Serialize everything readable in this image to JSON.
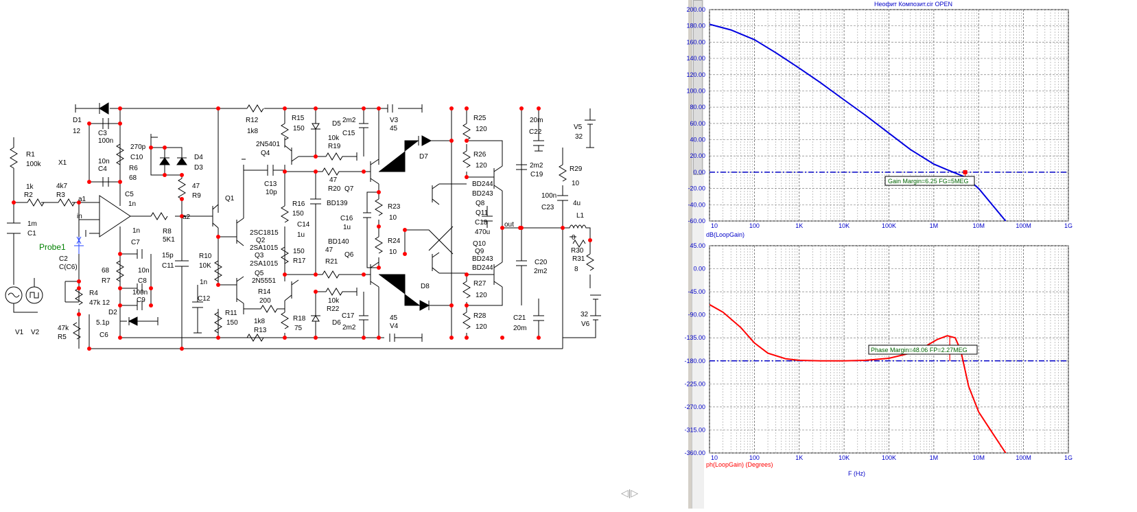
{
  "plot": {
    "title": "Неофит Композит.cir OPEN",
    "x_axis_label": "F (Hz)",
    "gain_panel_label": "dB(LoopGain)",
    "phase_panel_label": "ph(LoopGain) (Degrees)",
    "gain_margin_label": "Gain Margin=6.25 FG=5MEG",
    "phase_margin_label": "Phase Margin=48.06 FP=2.27MEG",
    "gain_color": "#0000e0",
    "phase_color": "#ff0000",
    "axis_text_color": "#0000c8"
  },
  "chart_data": [
    {
      "type": "line",
      "title": "Неофит Композит.cir OPEN",
      "xlabel": "",
      "ylabel": "dB(LoopGain)",
      "xscale": "log",
      "xlim": [
        10,
        1000000000
      ],
      "ylim": [
        -60,
        200
      ],
      "x_ticks": [
        "10",
        "100",
        "1K",
        "10K",
        "100K",
        "1M",
        "10M",
        "100M",
        "1G"
      ],
      "y_ticks": [
        "200.00",
        "180.00",
        "160.00",
        "140.00",
        "120.00",
        "100.00",
        "80.00",
        "60.00",
        "40.00",
        "20.00",
        "0.00",
        "-20.00",
        "-40.00",
        "-60.00"
      ],
      "grid": true,
      "reference_line": 0,
      "series": [
        {
          "x": [
            10,
            30,
            100,
            300,
            1000,
            3000,
            10000,
            30000,
            100000,
            300000,
            1000000,
            2000000,
            5000000,
            10000000,
            20000000,
            40000000
          ],
          "y": [
            182,
            175,
            163,
            147,
            128,
            110,
            89,
            70,
            48,
            28,
            10,
            3,
            -6,
            -20,
            -40,
            -60
          ]
        }
      ],
      "annotations": [
        "Gain Margin=6.25 FG=5MEG"
      ]
    },
    {
      "type": "line",
      "xlabel": "F (Hz)",
      "ylabel": "ph(LoopGain) (Degrees)",
      "xscale": "log",
      "xlim": [
        10,
        1000000000
      ],
      "ylim": [
        -360,
        45
      ],
      "x_ticks": [
        "10",
        "100",
        "1K",
        "10K",
        "100K",
        "1M",
        "10M",
        "100M",
        "1G"
      ],
      "y_ticks": [
        "45.00",
        "0.00",
        "-45.00",
        "-90.00",
        "-135.00",
        "-180.00",
        "-225.00",
        "-270.00",
        "-315.00",
        "-360.00"
      ],
      "grid": true,
      "reference_line": -180,
      "series": [
        {
          "x": [
            10,
            20,
            50,
            100,
            200,
            500,
            1000,
            3000,
            10000,
            30000,
            100000,
            300000,
            700000,
            1200000,
            2000000,
            3000000,
            4000000,
            6000000,
            10000000,
            20000000,
            40000000
          ],
          "y": [
            -70,
            -85,
            -115,
            -145,
            -165,
            -176,
            -179,
            -180,
            -180,
            -179,
            -175,
            -165,
            -150,
            -138,
            -131,
            -135,
            -160,
            -230,
            -280,
            -320,
            -360
          ]
        }
      ],
      "annotations": [
        "Phase Margin=48.06 FP=2.27MEG"
      ]
    }
  ],
  "schematic": {
    "wire_color": "#000000",
    "node_color": "#ff0000",
    "probe_color": "#008000",
    "labels": [
      {
        "id": "r1",
        "text": "R1"
      },
      {
        "id": "r1v",
        "text": "100k"
      },
      {
        "id": "x1",
        "text": "X1"
      },
      {
        "id": "r2v",
        "text": "1k"
      },
      {
        "id": "r2",
        "text": "R2"
      },
      {
        "id": "r3v",
        "text": "4k7"
      },
      {
        "id": "r3",
        "text": "R3"
      },
      {
        "id": "c1v",
        "text": "1m"
      },
      {
        "id": "c1",
        "text": "C1"
      },
      {
        "id": "probe1",
        "text": "Probe1"
      },
      {
        "id": "c2",
        "text": "C2"
      },
      {
        "id": "c2v",
        "text": "C(C6)"
      },
      {
        "id": "r4",
        "text": "R4"
      },
      {
        "id": "r4v",
        "text": "47k 12"
      },
      {
        "id": "r5v",
        "text": "47k"
      },
      {
        "id": "r5",
        "text": "R5"
      },
      {
        "id": "v1",
        "text": "V1"
      },
      {
        "id": "v2",
        "text": "V2"
      },
      {
        "id": "a1",
        "text": "a1"
      },
      {
        "id": "in",
        "text": "in"
      },
      {
        "id": "d1",
        "text": "D1"
      },
      {
        "id": "d1v",
        "text": "12"
      },
      {
        "id": "c3",
        "text": "C3"
      },
      {
        "id": "c3v",
        "text": "100n"
      },
      {
        "id": "c4v",
        "text": "10n"
      },
      {
        "id": "c4",
        "text": "C4"
      },
      {
        "id": "r6",
        "text": "R6"
      },
      {
        "id": "r6v",
        "text": "68"
      },
      {
        "id": "c5",
        "text": "C5"
      },
      {
        "id": "c5v",
        "text": "1n"
      },
      {
        "id": "c10v",
        "text": "270p"
      },
      {
        "id": "c10",
        "text": "C10"
      },
      {
        "id": "d4",
        "text": "D4"
      },
      {
        "id": "d3",
        "text": "D3"
      },
      {
        "id": "r9v",
        "text": "47"
      },
      {
        "id": "r9",
        "text": "R9"
      },
      {
        "id": "c7v",
        "text": "1n"
      },
      {
        "id": "c7",
        "text": "C7"
      },
      {
        "id": "r8",
        "text": "R8"
      },
      {
        "id": "r8v",
        "text": "5K1"
      },
      {
        "id": "a2",
        "text": "a2"
      },
      {
        "id": "r7v",
        "text": "68"
      },
      {
        "id": "r7",
        "text": "R7"
      },
      {
        "id": "c8v",
        "text": "10n"
      },
      {
        "id": "c8",
        "text": "C8"
      },
      {
        "id": "c9v",
        "text": "100n"
      },
      {
        "id": "c9",
        "text": "C9"
      },
      {
        "id": "d2",
        "text": "D2"
      },
      {
        "id": "c6v",
        "text": "5.1p"
      },
      {
        "id": "c6",
        "text": "C6"
      },
      {
        "id": "c11v",
        "text": "15p"
      },
      {
        "id": "c11",
        "text": "C11"
      },
      {
        "id": "r12",
        "text": "R12"
      },
      {
        "id": "r12v",
        "text": "1k8"
      },
      {
        "id": "q4v",
        "text": "2N5401"
      },
      {
        "id": "q4",
        "text": "Q4"
      },
      {
        "id": "c13",
        "text": "C13"
      },
      {
        "id": "c13v",
        "text": "10p"
      },
      {
        "id": "q1",
        "text": "Q1"
      },
      {
        "id": "q2v",
        "text": "2SC1815"
      },
      {
        "id": "q2",
        "text": "Q2"
      },
      {
        "id": "q3v",
        "text": "2SA1015"
      },
      {
        "id": "q3",
        "text": "Q3"
      },
      {
        "id": "q3v2",
        "text": "2SA1015"
      },
      {
        "id": "q5",
        "text": "Q5"
      },
      {
        "id": "q5v",
        "text": "2N5551"
      },
      {
        "id": "r10",
        "text": "R10"
      },
      {
        "id": "r10v",
        "text": "10K"
      },
      {
        "id": "c12v",
        "text": "1n"
      },
      {
        "id": "c12",
        "text": "C12"
      },
      {
        "id": "r14",
        "text": "R14"
      },
      {
        "id": "r14v",
        "text": "200"
      },
      {
        "id": "r11",
        "text": "R11"
      },
      {
        "id": "r11v",
        "text": "150"
      },
      {
        "id": "r13v",
        "text": "1k8"
      },
      {
        "id": "r13",
        "text": "R13"
      },
      {
        "id": "r15",
        "text": "R15"
      },
      {
        "id": "r15v",
        "text": "150"
      },
      {
        "id": "d5",
        "text": "D5"
      },
      {
        "id": "c15v",
        "text": "2m2"
      },
      {
        "id": "c15",
        "text": "C15"
      },
      {
        "id": "r19",
        "text": "R19"
      },
      {
        "id": "r19v",
        "text": "10k"
      },
      {
        "id": "r20v",
        "text": "47"
      },
      {
        "id": "r20",
        "text": "R20"
      },
      {
        "id": "q7",
        "text": "Q7"
      },
      {
        "id": "q7v",
        "text": "BD139"
      },
      {
        "id": "r16",
        "text": "R16"
      },
      {
        "id": "r16v",
        "text": "150"
      },
      {
        "id": "c14",
        "text": "C14"
      },
      {
        "id": "c14v",
        "text": "1u"
      },
      {
        "id": "r17v",
        "text": "150"
      },
      {
        "id": "r17",
        "text": "R17"
      },
      {
        "id": "q6v",
        "text": "BD140"
      },
      {
        "id": "r21v",
        "text": "47"
      },
      {
        "id": "r21",
        "text": "R21"
      },
      {
        "id": "q6",
        "text": "Q6"
      },
      {
        "id": "r22v",
        "text": "10k"
      },
      {
        "id": "r22",
        "text": "R22"
      },
      {
        "id": "c17",
        "text": "C17"
      },
      {
        "id": "c17v",
        "text": "2m2"
      },
      {
        "id": "r18",
        "text": "R18"
      },
      {
        "id": "r18v",
        "text": "75"
      },
      {
        "id": "d6",
        "text": "D6"
      },
      {
        "id": "v3",
        "text": "V3"
      },
      {
        "id": "v3v",
        "text": "45"
      },
      {
        "id": "v4v",
        "text": "45"
      },
      {
        "id": "v4",
        "text": "V4"
      },
      {
        "id": "r23",
        "text": "R23"
      },
      {
        "id": "r23v",
        "text": "10"
      },
      {
        "id": "c16",
        "text": "C16"
      },
      {
        "id": "c16v",
        "text": "1u"
      },
      {
        "id": "r24",
        "text": "R24"
      },
      {
        "id": "r24v",
        "text": "10"
      },
      {
        "id": "d7",
        "text": "D7"
      },
      {
        "id": "d8",
        "text": "D8"
      },
      {
        "id": "r25",
        "text": "R25"
      },
      {
        "id": "r25v",
        "text": "120"
      },
      {
        "id": "r26",
        "text": "R26"
      },
      {
        "id": "r26v",
        "text": "120"
      },
      {
        "id": "bd244a",
        "text": "BD244"
      },
      {
        "id": "bd243a",
        "text": "BD243"
      },
      {
        "id": "q8",
        "text": "Q8"
      },
      {
        "id": "q11",
        "text": "Q11"
      },
      {
        "id": "c18",
        "text": "C18"
      },
      {
        "id": "c18v",
        "text": "470u"
      },
      {
        "id": "q10",
        "text": "Q10"
      },
      {
        "id": "q9",
        "text": "Q9"
      },
      {
        "id": "bd243b",
        "text": "BD243"
      },
      {
        "id": "bd244b",
        "text": "BD244"
      },
      {
        "id": "r27",
        "text": "R27"
      },
      {
        "id": "r27v",
        "text": "120"
      },
      {
        "id": "r28",
        "text": "R28"
      },
      {
        "id": "r28v",
        "text": "120"
      },
      {
        "id": "out",
        "text": "out"
      },
      {
        "id": "c22v",
        "text": "20m"
      },
      {
        "id": "c22",
        "text": "C22"
      },
      {
        "id": "c19v",
        "text": "2m2"
      },
      {
        "id": "c19",
        "text": "C19"
      },
      {
        "id": "c20",
        "text": "C20"
      },
      {
        "id": "c20v",
        "text": "2m2"
      },
      {
        "id": "c21",
        "text": "C21"
      },
      {
        "id": "c21v",
        "text": "20m"
      },
      {
        "id": "v5",
        "text": "V5"
      },
      {
        "id": "v5v",
        "text": "32"
      },
      {
        "id": "r29",
        "text": "R29"
      },
      {
        "id": "r29v",
        "text": "10"
      },
      {
        "id": "c23v",
        "text": "100n"
      },
      {
        "id": "c23",
        "text": "C23"
      },
      {
        "id": "l1v",
        "text": "4u"
      },
      {
        "id": "l1",
        "text": "L1"
      },
      {
        "id": "r30v",
        "text": "0"
      },
      {
        "id": "r30",
        "text": "R30"
      },
      {
        "id": "r31",
        "text": "R31"
      },
      {
        "id": "r31v",
        "text": "8"
      },
      {
        "id": "v6v",
        "text": "32"
      },
      {
        "id": "v6",
        "text": "V6"
      }
    ]
  }
}
